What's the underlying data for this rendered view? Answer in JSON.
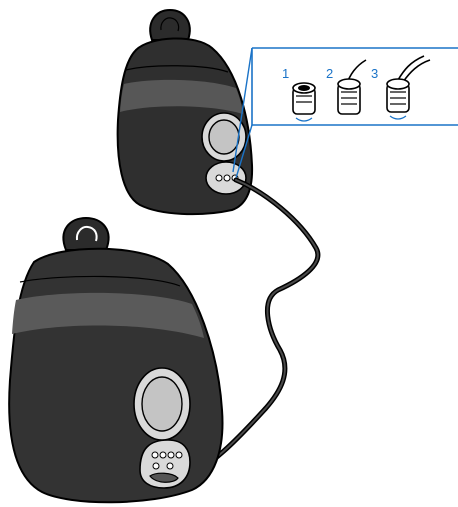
{
  "diagram": {
    "callout_steps": [
      "1",
      "2",
      "3"
    ],
    "colors": {
      "callout_frame": "#1a73c7",
      "body_dark": "#2b2b2b",
      "body_mid": "#3a3a3a",
      "band_light": "#5a5a5a",
      "port_panel": "#d9d9d9",
      "cable": "#000000"
    }
  }
}
